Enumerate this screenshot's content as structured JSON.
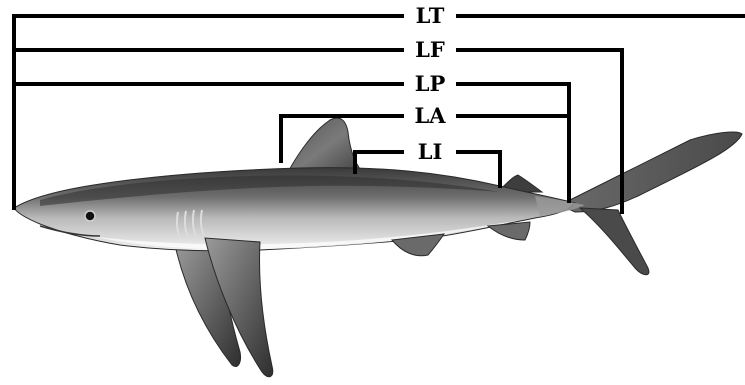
{
  "diagram": {
    "measurements": [
      {
        "id": "lt",
        "label": "LT"
      },
      {
        "id": "lf",
        "label": "LF"
      },
      {
        "id": "lp",
        "label": "LP"
      },
      {
        "id": "la",
        "label": "LA"
      },
      {
        "id": "li",
        "label": "LI"
      }
    ],
    "colors": {
      "line": "#000000",
      "background": "#ffffff"
    }
  }
}
